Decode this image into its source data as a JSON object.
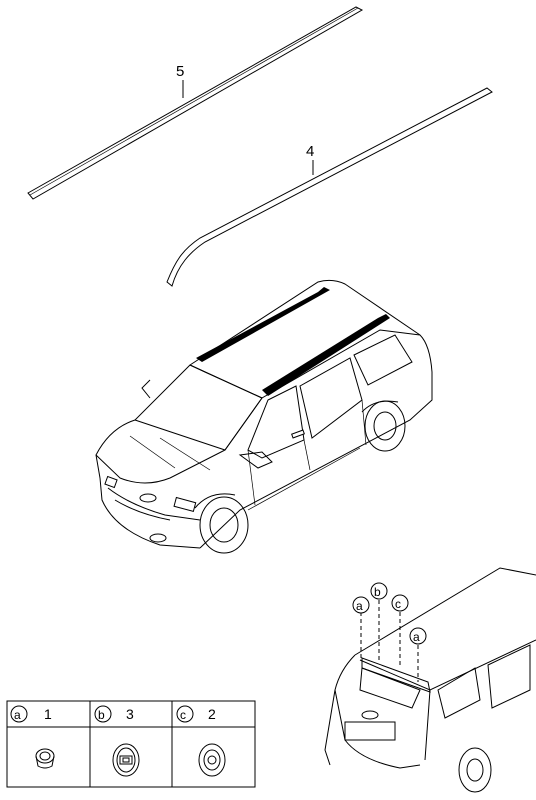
{
  "callouts": {
    "molding_upper": "5",
    "molding_lower": "4"
  },
  "fastener_markers": {
    "left_a": "a",
    "b": "b",
    "c": "c",
    "right_a": "a"
  },
  "legend": {
    "cells": [
      {
        "letter": "a",
        "part_no": "1"
      },
      {
        "letter": "b",
        "part_no": "3"
      },
      {
        "letter": "c",
        "part_no": "2"
      }
    ]
  },
  "icons": [
    "roof-molding",
    "minivan",
    "rear-hatch-detail",
    "clip-a",
    "clip-b",
    "clip-c"
  ]
}
